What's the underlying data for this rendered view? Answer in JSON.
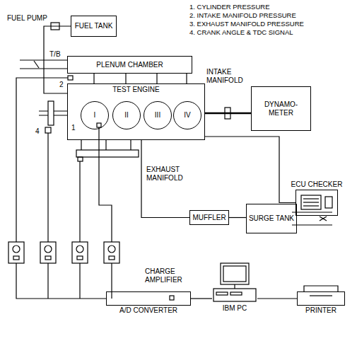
{
  "diagram": {
    "nodes": [
      {
        "text": [
          "FUEL TANK"
        ]
      },
      {
        "text": [
          "PLENUM CHAMBER"
        ]
      },
      {
        "text": [
          "TEST ENGINE"
        ]
      },
      {
        "text": [
          "I"
        ],
        "in": 2
      },
      {
        "text": [
          "II"
        ],
        "in": 2
      },
      {
        "text": [
          "III"
        ],
        "in": 2
      },
      {
        "text": [
          "IV"
        ],
        "in": 2
      },
      {
        "text": [
          "DYNAMO- METER"
        ]
      },
      {
        "text": [
          "ECU CHECKER"
        ]
      },
      {
        "text": [
          "MUFFLER"
        ]
      },
      {
        "text": [
          "SURGE TANK"
        ]
      },
      {
        "text": [
          "A/D CONVERTER"
        ]
      },
      {
        "text": [
          "IBM PC"
        ]
      },
      {
        "text": [
          "PRINTER"
        ]
      }
    ],
    "edges": [
      {
        "from": 0,
        "to": 2,
        "arrow": "none"
      },
      {
        "from": 1,
        "to": 2,
        "arrow": "none"
      },
      {
        "from": 2,
        "to": 7,
        "arrow": "none"
      },
      {
        "from": 2,
        "to": 8,
        "arrow": "none"
      },
      {
        "from": 2,
        "to": 9,
        "arrow": "none"
      },
      {
        "from": 9,
        "to": 10,
        "arrow": "none"
      },
      {
        "from": 11,
        "to": 12,
        "arrow": "none"
      },
      {
        "from": 12,
        "to": 13,
        "arrow": "none"
      }
    ],
    "labels": [
      "1. CYLINDER PRESSURE",
      "2. INTAKE MANIFOLD PRESSURE",
      "3. EXHAUST MANIFOLD PRESSURE",
      "4. CRANK ANGLE & TDC SIGNAL",
      "FUEL PUMP",
      "T/B",
      "2",
      "INTAKE MANIFOLD",
      "4",
      "1",
      "EXHAUST MANIFOLD",
      "CHARGE AMPLIFIER"
    ]
  }
}
